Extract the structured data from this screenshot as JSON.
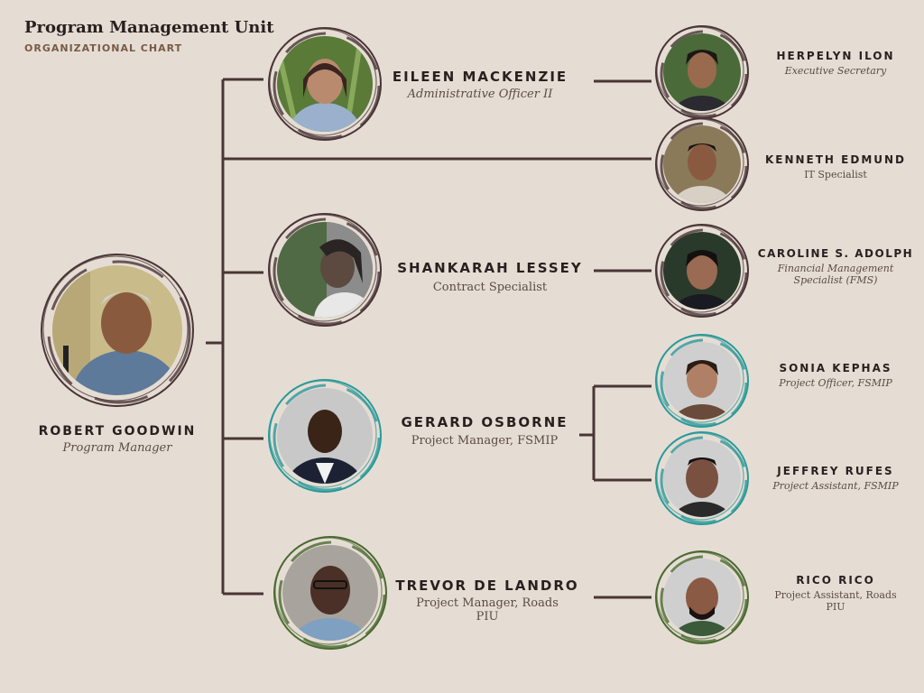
{
  "header": {
    "title": "Program Management Unit",
    "subtitle": "ORGANIZATIONAL CHART"
  },
  "colors": {
    "background": "#e5ddd4",
    "line": "#4a3536",
    "ring_brown": "#4a3536",
    "ring_teal": "#2a9a9a",
    "ring_green": "#4a6a30"
  },
  "people": {
    "robert": {
      "name": "ROBERT GOODWIN",
      "role": "Program Manager",
      "ring": "brown"
    },
    "eileen": {
      "name": "EILEEN MACKENZIE",
      "role": "Administrative Officer II",
      "ring": "brown"
    },
    "shankarah": {
      "name": "SHANKARAH LESSEY",
      "role": "Contract Specialist",
      "ring": "brown"
    },
    "gerard": {
      "name": "GERARD OSBORNE",
      "role": "Project Manager, FSMIP",
      "ring": "teal"
    },
    "trevor": {
      "name": "TREVOR DE LANDRO",
      "role_line1": "Project Manager, Roads",
      "role_line2": "PIU",
      "ring": "green"
    },
    "herpelyn": {
      "name": "HERPELYN ILON",
      "role": "Executive Secretary",
      "ring": "brown"
    },
    "kenneth": {
      "name": "KENNETH EDMUND",
      "role": "IT Specialist",
      "ring": "brown"
    },
    "caroline": {
      "name": "CAROLINE S. ADOLPH",
      "role_line1": "Financial Management",
      "role_line2": "Specialist (FMS)",
      "ring": "brown"
    },
    "sonia": {
      "name": "SONIA KEPHAS",
      "role": "Project Officer, FSMIP",
      "ring": "teal"
    },
    "jeffrey": {
      "name": "JEFFREY RUFES",
      "role": "Project Assistant, FSMIP",
      "ring": "teal"
    },
    "rico": {
      "name": "RICO RICO",
      "role_line1": "Project Assistant, Roads",
      "role_line2": "PIU",
      "ring": "green"
    }
  }
}
